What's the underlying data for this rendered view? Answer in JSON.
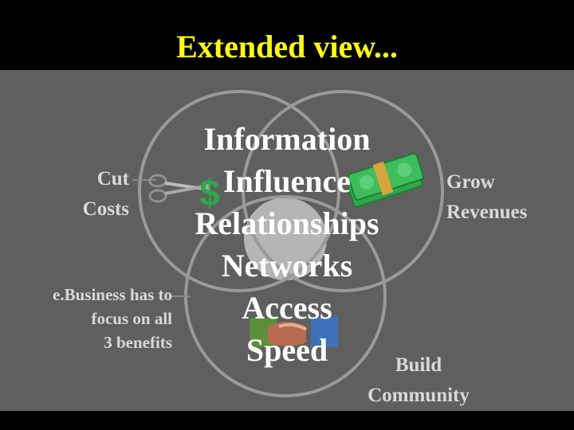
{
  "slide": {
    "title": "Extended view...",
    "labels": {
      "cut_costs": [
        "Cut",
        "Costs"
      ],
      "grow_revenues": [
        "Grow",
        "Revenues"
      ],
      "build_community": [
        "Build",
        "Community"
      ],
      "focus_note": [
        "e.Business has to",
        "focus on all",
        "3 benefits"
      ]
    },
    "center_items": [
      "Information",
      "Influence",
      "Relationships",
      "Networks",
      "Access",
      "Speed"
    ]
  },
  "colors": {
    "title": "#ffff00",
    "background": "#5f5f5f",
    "band": "#000000",
    "circle_stroke": "#9a9a9a",
    "center_fill": "#b5b5b5",
    "label_text": "#d9d9d9",
    "center_text": "#ffffff",
    "money_green": "#2ea84a",
    "handshake_left": "#5b8f3a",
    "handshake_right": "#3d72b8"
  },
  "icons": [
    "scissors-icon",
    "dollar-sign-icon",
    "money-stack-icon",
    "handshake-icon"
  ]
}
